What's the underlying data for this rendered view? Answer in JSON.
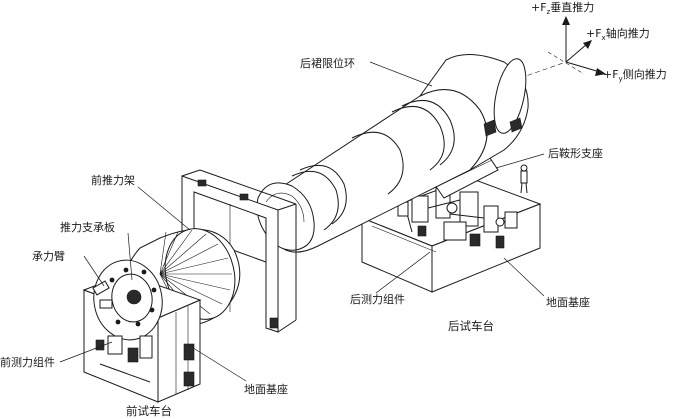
{
  "axes": {
    "fz": {
      "prefix": "+F",
      "sub": "z",
      "text": "垂直推力"
    },
    "fx": {
      "prefix": "+F",
      "sub": "x",
      "text": "轴向推力"
    },
    "fy": {
      "prefix": "+F",
      "sub": "y",
      "text": "侧向推力"
    }
  },
  "labels": {
    "rear_skirt_ring": "后裙限位环",
    "rear_saddle": "后鞍形支座",
    "front_thrust_frame": "前推力架",
    "thrust_support_plate": "推力支承板",
    "load_arm": "承力臂",
    "front_measure_assembly": "前测力组件",
    "ground_base_front": "地面基座",
    "front_test_stand": "前试车台",
    "rear_measure_assembly": "后测力组件",
    "ground_base_rear": "地面基座",
    "rear_test_stand": "后试车台"
  }
}
